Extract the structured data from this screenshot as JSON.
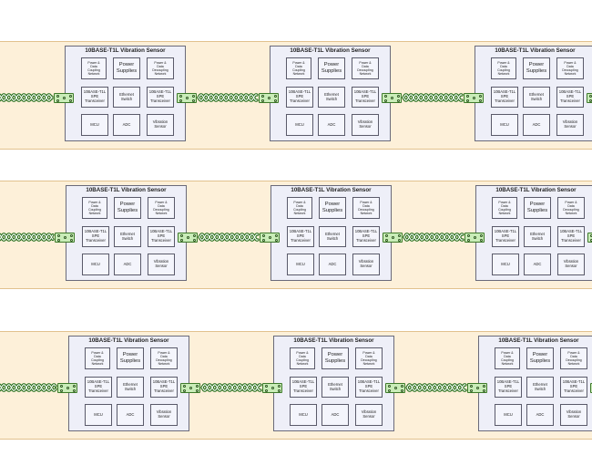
{
  "sensor_title": "10BASE-T1L Vibration Sensor",
  "blocks": {
    "pdc": "Power &\nData\nCoupling\nNetwork",
    "power": "Power\nSupplies",
    "pdd": "Power &\nData\nDecoupling\nNetwork",
    "spe_left": "10BASE-T1L\nSPE\nTransceiver",
    "eth": "Ethernet\nSwitch",
    "spe_right": "10BASE-T1L\nSPE\nTransceiver",
    "mcu": "MCU",
    "adc": "ADC",
    "vib": "Vibration\nSensor"
  },
  "colors": {
    "band_fill": "#fdf0d9",
    "sensor_fill": "#eeeff8",
    "connector_fill": "#c9ecb8",
    "cable_dark": "#1f6b14",
    "cable_light": "#ffffff"
  },
  "icons": {
    "cable": "twisted-pair-cable",
    "connector": "spe-connector"
  },
  "rows": [
    {
      "name": "row-1",
      "sensors": 3
    },
    {
      "name": "row-2",
      "sensors": 3
    },
    {
      "name": "row-3",
      "sensors": 3
    }
  ]
}
